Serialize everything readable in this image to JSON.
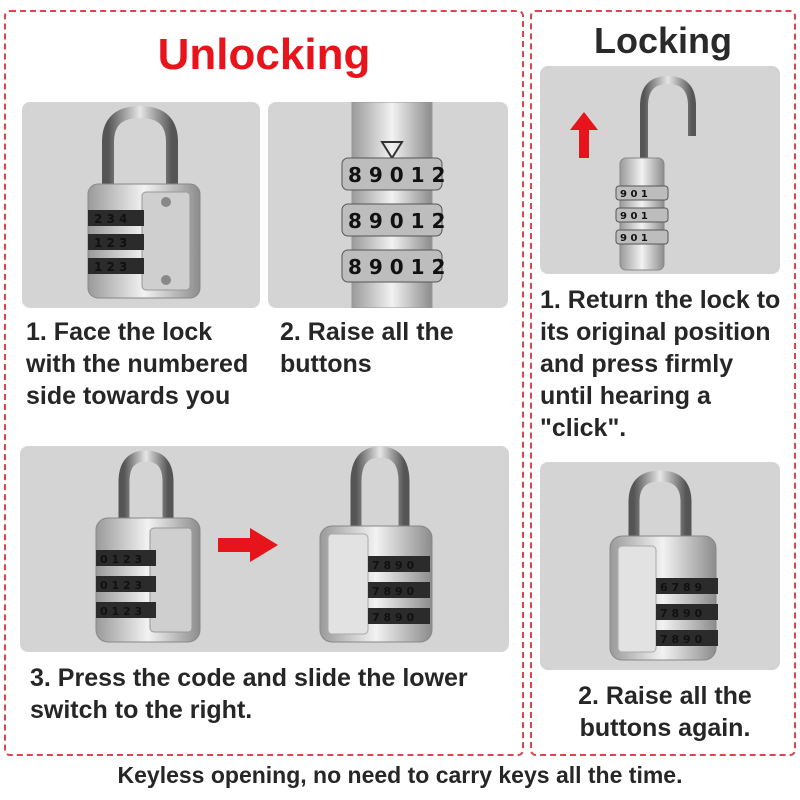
{
  "unlocking": {
    "title": "Unlocking",
    "step1": "1. Face the lock with the numbered side towards you",
    "step2": "2. Raise all the buttons",
    "step3": "3. Press the code and slide the lower switch to the right."
  },
  "locking": {
    "title": "Locking",
    "step1": "1. Return the lock to its original position and press firmly until hearing a \"click\".",
    "step2": "2. Raise all the buttons again."
  },
  "footer": "Keyless opening, no need to carry keys all the time.",
  "dials": {
    "photo1": [
      "2 3 4",
      "1 2 3",
      "1 2 3"
    ],
    "photo2": [
      "8 9 0 1 2",
      "8 9 0 1 2",
      "8 9 0 1 2"
    ],
    "photo3_left": [
      "0 1 2 3",
      "0 1 2 3",
      "0 1 2 3"
    ],
    "photo3_right": [
      "7 8 9 0",
      "7 8 9 0",
      "7 8 9 0"
    ],
    "photo4": [
      "9 0 1",
      "9 0 1",
      "9 0 1"
    ],
    "photo5": [
      "6 7 8 9",
      "7 8 9 0",
      "7 8 9 0"
    ]
  },
  "colors": {
    "accent": "#e8141c",
    "border": "#d9464c",
    "photo_bg": "#d4d4d4"
  },
  "icons": [
    "right-arrow-icon",
    "up-arrow-icon",
    "padlock-icon"
  ]
}
